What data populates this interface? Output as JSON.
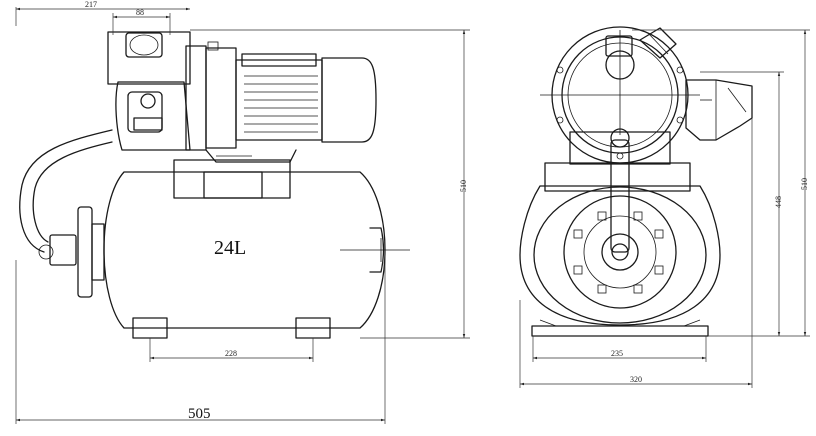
{
  "tank_label": "24L",
  "dimensions": {
    "left_top_width": "217",
    "left_top_inlet": "88",
    "left_height": "510",
    "left_feet_spacing": "228",
    "left_total_length": "505",
    "right_base_inner": "235",
    "right_base_outer": "320",
    "right_height_inner": "448",
    "right_height_outer": "510"
  }
}
